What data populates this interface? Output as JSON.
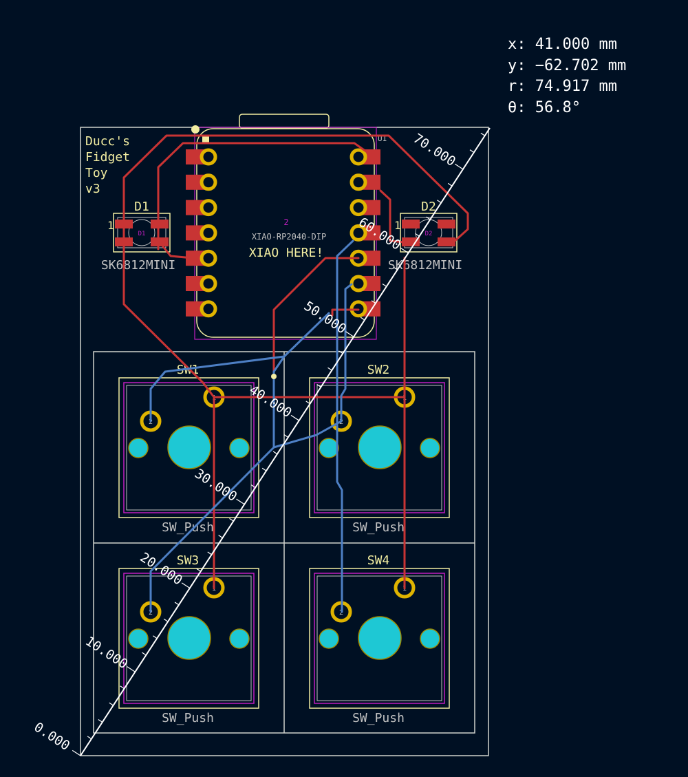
{
  "readout": {
    "x": "x: 41.000 mm",
    "y": "y: −62.702 mm",
    "r": "r: 74.917 mm",
    "theta": "θ: 56.8°"
  },
  "board": {
    "title_lines": [
      "Ducc's",
      "Fidget",
      "Toy",
      "v3"
    ]
  },
  "xiao": {
    "ref": "U1",
    "value": "XIAO-RP2040-DIP",
    "note": "XIAO HERE!",
    "center_pin": "2"
  },
  "leds": [
    {
      "ref": "D1",
      "value": "SK6812MINI",
      "pin1": "1",
      "fab_ref": "D1"
    },
    {
      "ref": "D2",
      "value": "SK6812MINI",
      "pin1": "1",
      "fab_ref": "D2"
    }
  ],
  "switches": [
    {
      "ref": "SW1",
      "value": "SW_Push",
      "pad1": "1",
      "pad2": "2"
    },
    {
      "ref": "SW2",
      "value": "SW_Push",
      "pad1": "1",
      "pad2": "2"
    },
    {
      "ref": "SW3",
      "value": "SW_Push",
      "pad1": "1",
      "pad2": "2"
    },
    {
      "ref": "SW4",
      "value": "SW_Push",
      "pad1": "1",
      "pad2": "2"
    }
  ],
  "ruler": {
    "labels": [
      "0.000",
      "10.000",
      "20.000",
      "30.000",
      "40.000",
      "50.000",
      "60.000",
      "70.000"
    ],
    "length_mm": 74.917
  },
  "colors": {
    "background": "#001023",
    "front_copper": "#c83434",
    "back_copper": "#4d7fc4",
    "pad_ring": "#e0b400",
    "npth": "#1ec8d4",
    "silkscreen": "#f2eda1",
    "courtyard": "#c01ec0",
    "edge_cuts": "#d0d2cd"
  }
}
